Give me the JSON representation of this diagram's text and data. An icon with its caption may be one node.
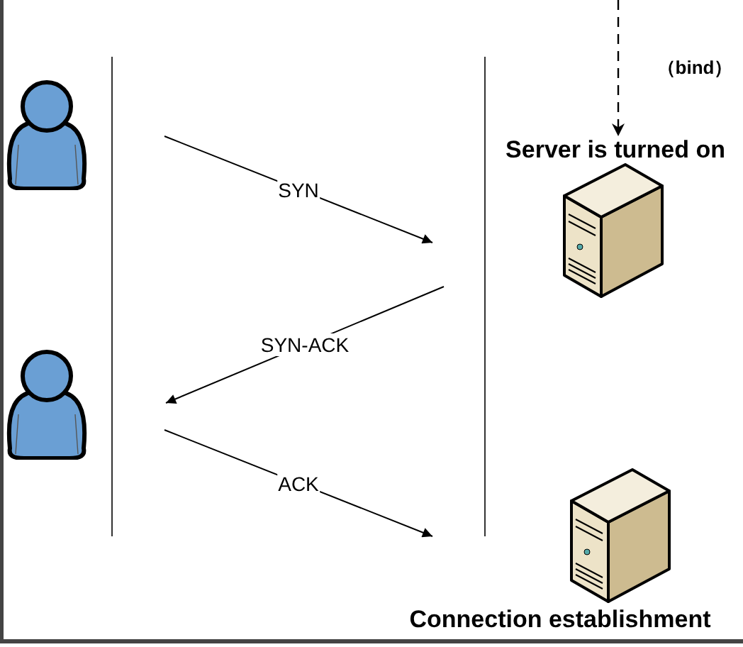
{
  "diagram": {
    "nodes": [
      {
        "text": [],
        "shape": "person"
      },
      {
        "text": [],
        "shape": "person"
      },
      {
        "text": [
          "Server is turned on"
        ]
      },
      {
        "text": [
          "Connection establishment"
        ]
      }
    ],
    "edges": [
      {
        "from": null,
        "to": 2,
        "arrow": "to",
        "style": "dashed",
        "label": "（bind）"
      }
    ],
    "labels": [
      "SYN",
      "SYN-ACK",
      "ACK"
    ]
  }
}
